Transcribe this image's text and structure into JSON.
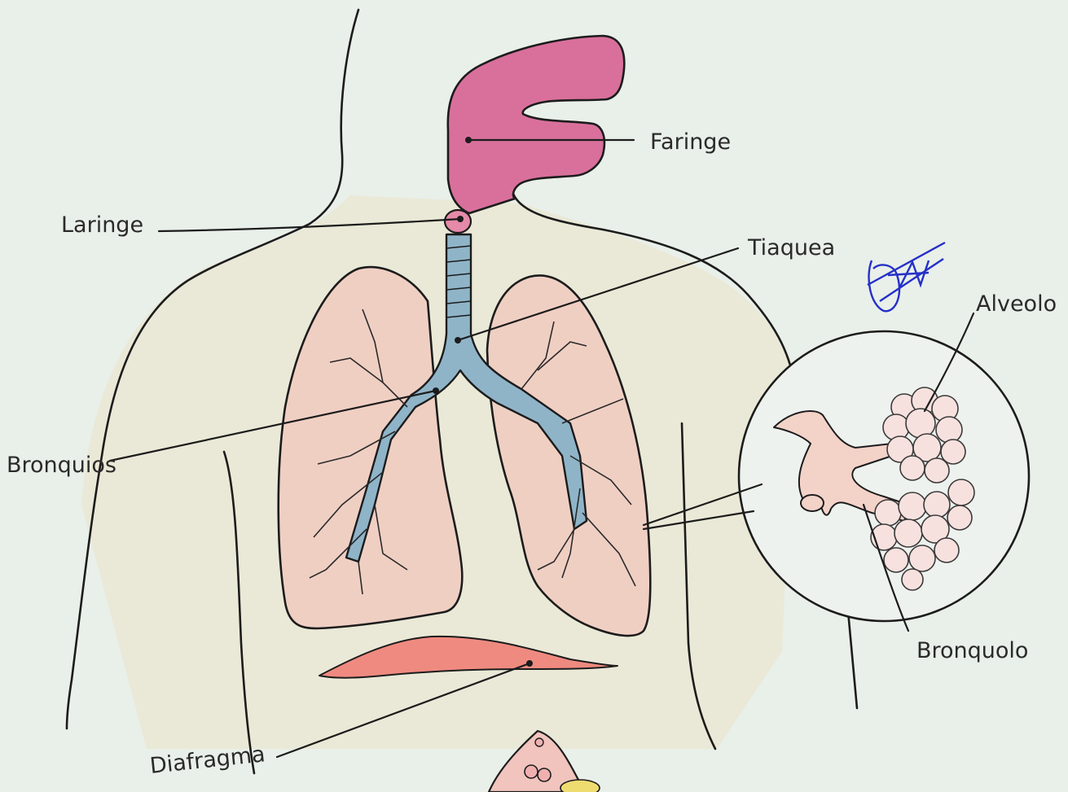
{
  "labels": {
    "faringe": "Faringe",
    "laringe": "Laringe",
    "traquea": "Tiaquea",
    "alveolo": "Alveolo",
    "bronquios": "Bronquios",
    "bronquiolo": "Bronquolo",
    "diafragma": "Diafragma"
  },
  "colors": {
    "paper": "#e9efe9",
    "pharynx": "#d9709c",
    "trachea": "#8fb4c8",
    "lung": "#f0cfc3",
    "diaphragm": "#ef8a80",
    "skin_shading": "#e9dfc4",
    "ink": "#1c1c1c",
    "signature": "#2430c8"
  }
}
